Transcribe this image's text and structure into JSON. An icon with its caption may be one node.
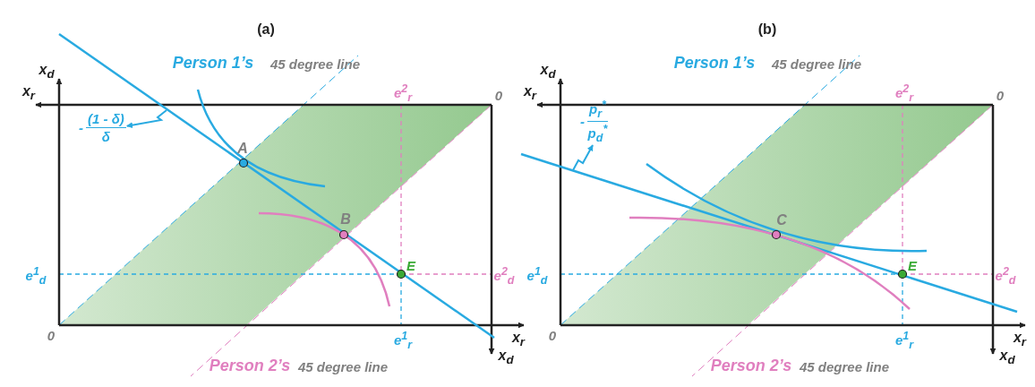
{
  "diagram": {
    "nodes": [
      {
        "text": [
          "-",
          "(1 - δ)",
          "δ"
        ]
      },
      {
        "text": [
          "-",
          "p$_{r}$$^{*}$",
          "p$_{d}$$^{*}$"
        ]
      }
    ],
    "edges": [
      {
        "from": null,
        "to": 0,
        "arrow": "to"
      },
      {
        "from": null,
        "to": 1,
        "arrow": "to"
      }
    ],
    "labels": [
      "(a)",
      "Person 1’s",
      "45 degree line",
      "x$_{d}$",
      "x$_{r}$",
      "e$^{2}$$_{r}$",
      "0",
      "A",
      "B",
      "e$^{1}$$_{d}$",
      "E",
      "e$^{2}$$_{d}$",
      "0",
      "x$_{r}$",
      "e$^{1}$$_{r}$",
      "x$_{d}$",
      "Person 2’s",
      "45 degree line",
      "(b)",
      "Person 1’s",
      "45 degree line",
      "x$_{d}$",
      "x$_{r}$",
      "e$^{2}$$_{r}$",
      "0",
      "C",
      "e$^{1}$$_{d}$",
      "E",
      "e$^{2}$$_{d}$",
      "0",
      "x$_{r}$",
      "e$^{1}$$_{r}$",
      "x$_{d}$",
      "Person 2’s",
      "45 degree line"
    ]
  }
}
